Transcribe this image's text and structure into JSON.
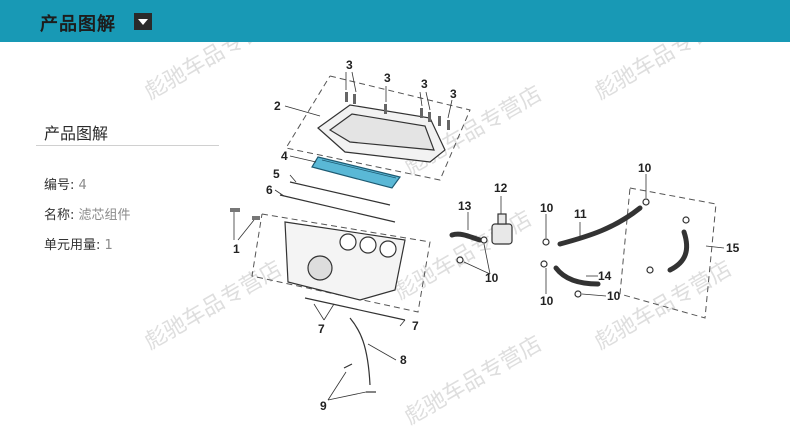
{
  "header": {
    "title": "产品图解",
    "toggle_icon": "caret-down-icon",
    "background": "#1899b5"
  },
  "panel": {
    "title": "产品图解",
    "rows": [
      {
        "label": "编号:",
        "value": "4"
      },
      {
        "label": "名称:",
        "value": "滤芯组件"
      },
      {
        "label": "单元用量:",
        "value": "1"
      }
    ]
  },
  "diagram": {
    "callouts": [
      "1",
      "2",
      "3",
      "3",
      "3",
      "3",
      "4",
      "5",
      "6",
      "7",
      "7",
      "8",
      "9",
      "10",
      "10",
      "10",
      "10",
      "10",
      "11",
      "12",
      "13",
      "14",
      "15"
    ],
    "highlight_color": "#5ab8d6"
  },
  "watermark": "彪驰车品专营店"
}
